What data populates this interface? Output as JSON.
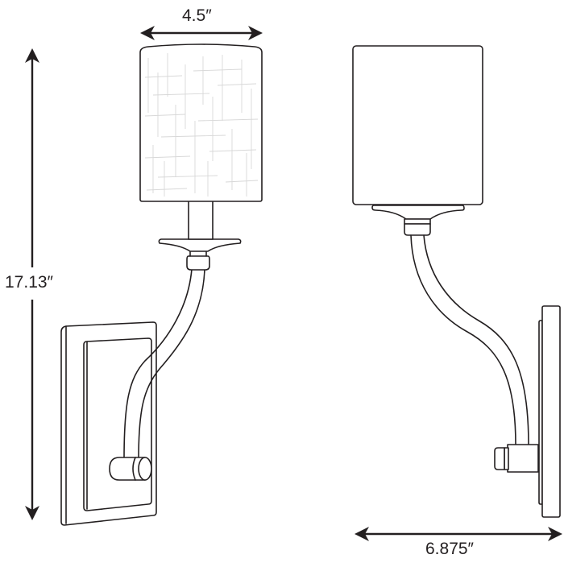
{
  "diagram": {
    "title": "Wall sconce dimension drawing",
    "views": [
      {
        "name": "front-view",
        "description": "Front view with linen textured cylindrical shade, candle socket, bobeche, curved arm and rectangular wall backplate"
      },
      {
        "name": "side-view",
        "description": "Side profile with plain cylindrical shade, bobeche, S-curved arm and backplate"
      }
    ],
    "dimensions": {
      "shade_width": {
        "label": "4.5″",
        "value": 4.5,
        "unit": "in",
        "orientation": "horizontal"
      },
      "overall_height": {
        "label": "17.13″",
        "value": 17.13,
        "unit": "in",
        "orientation": "vertical"
      },
      "extension": {
        "label": "6.875″",
        "value": 6.875,
        "unit": "in",
        "orientation": "horizontal"
      }
    },
    "colors": {
      "line": "#231f20",
      "background": "#ffffff",
      "texture": "#d8d8d8"
    }
  }
}
